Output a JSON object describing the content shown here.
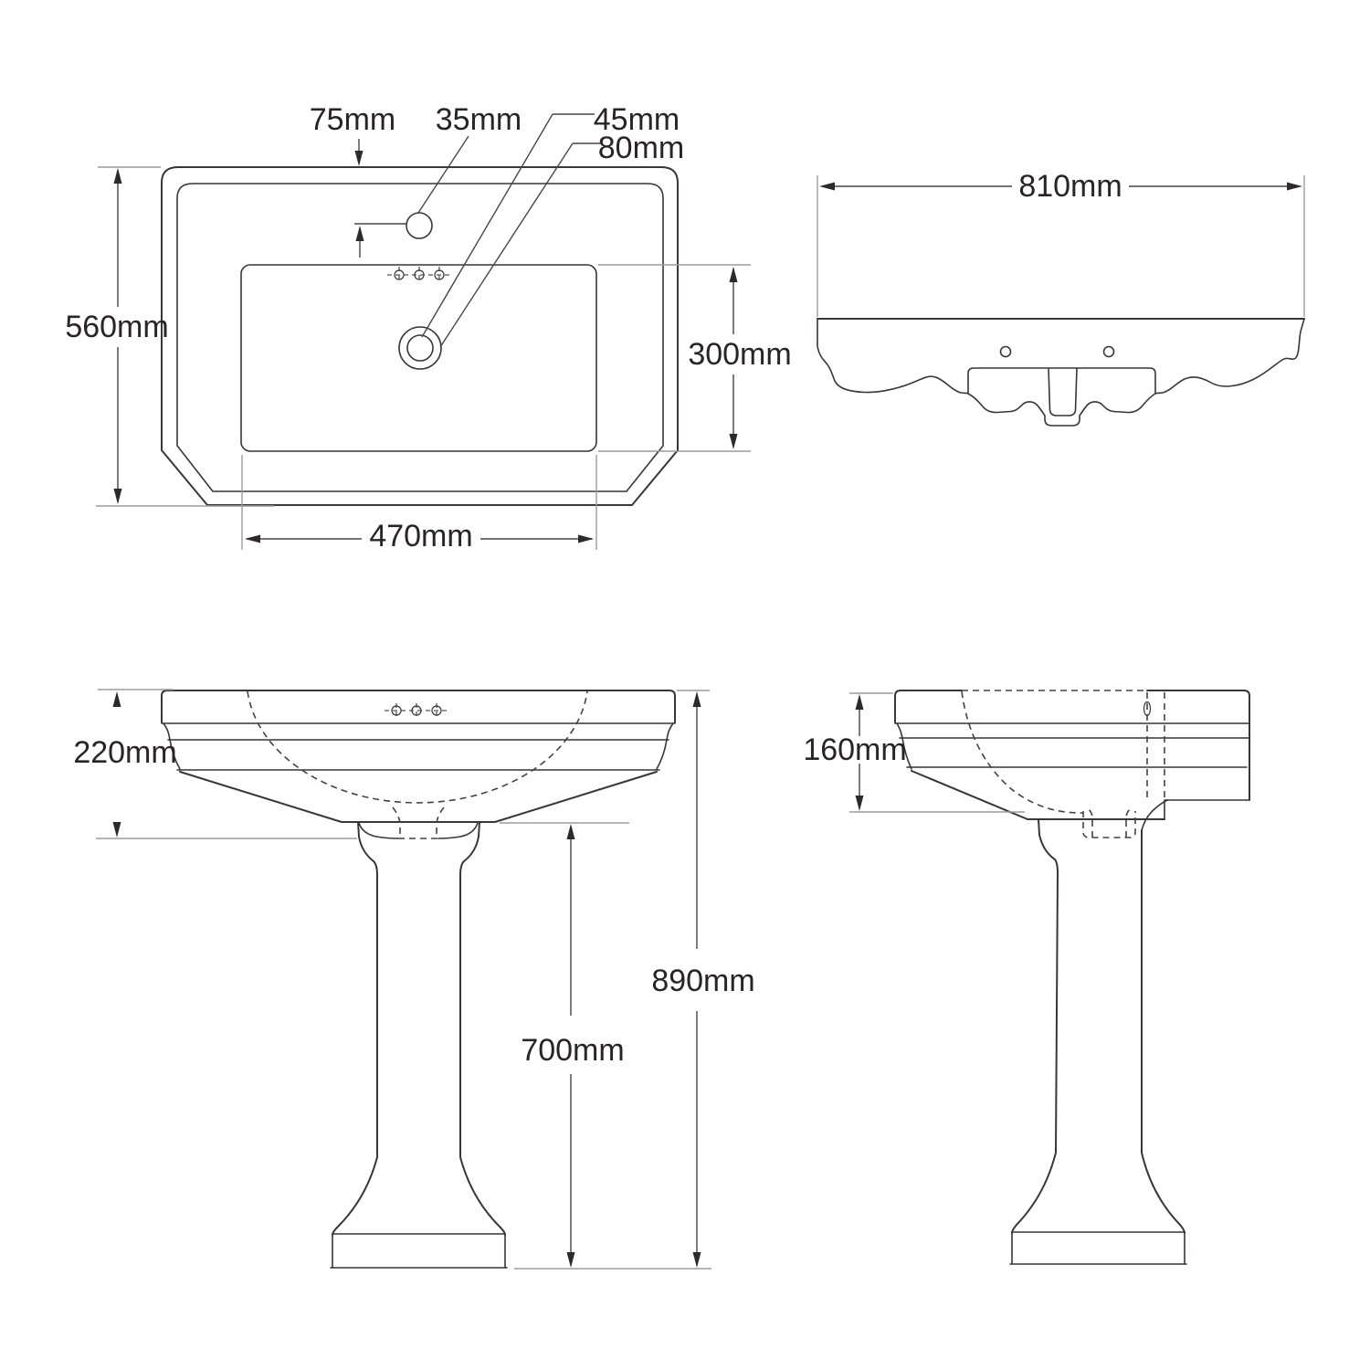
{
  "drawing": {
    "views": {
      "plan": {
        "labels": {
          "offset75": "75mm",
          "tap35": "35mm",
          "waste45": "45mm",
          "waste80": "80mm",
          "depth560": "560mm",
          "bowl300": "300mm",
          "bowl470": "470mm"
        }
      },
      "rear": {
        "labels": {
          "width810": "810mm"
        }
      },
      "front": {
        "labels": {
          "basin220": "220mm",
          "total890": "890mm",
          "pedestal700": "700mm"
        }
      },
      "side": {
        "labels": {
          "rim160": "160mm"
        }
      }
    },
    "colors": {
      "line": "#3a3536",
      "extension_line": "#9c9c9c",
      "text": "#2a2425",
      "background": "#ffffff"
    }
  }
}
